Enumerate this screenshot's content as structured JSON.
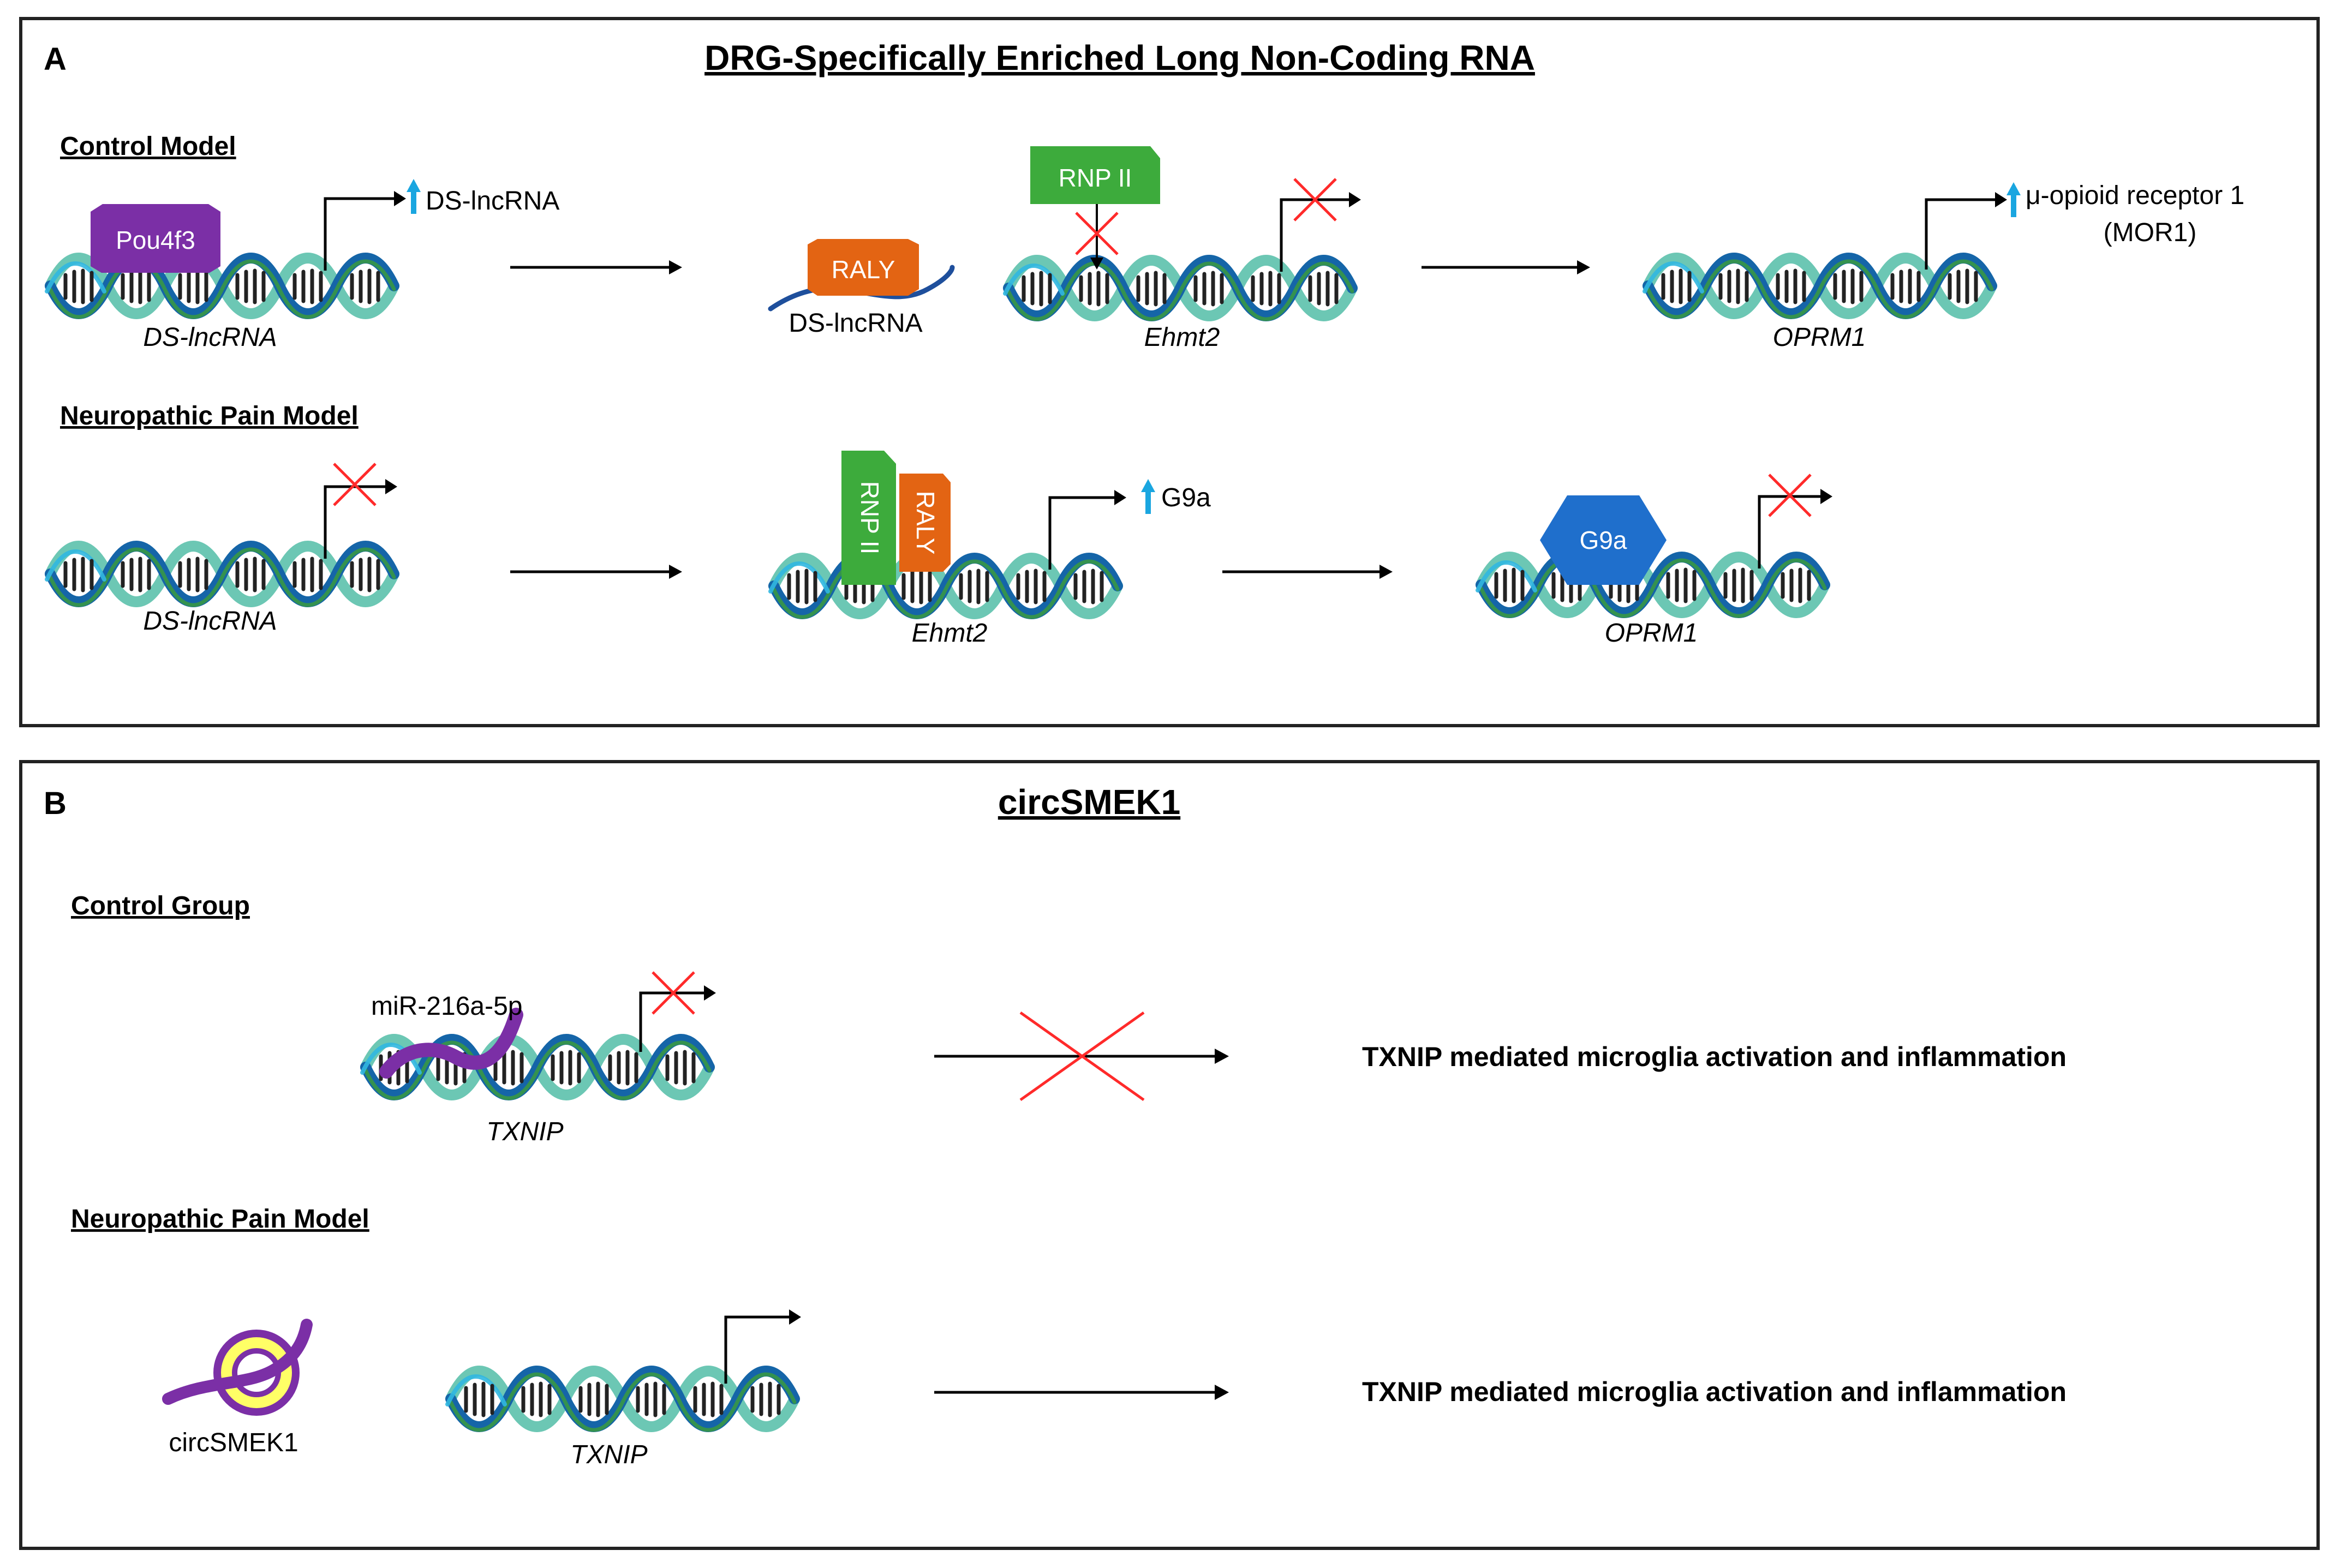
{
  "panel_a": {
    "letter": "A",
    "title": "DRG-Specifically Enriched Long Non-Coding RNA",
    "control_title": "Control Model",
    "pain_title": "Neuropathic Pain Model",
    "control": {
      "pou4f3": "Pou4f3",
      "dslnc_gene": "DS-lncRNA",
      "dslnc_product": "DS-lncRNA",
      "raly": "RALY",
      "dslnc_strand": "DS-lncRNA",
      "rnp": "RNP II",
      "ehmt2_gene": "Ehmt2",
      "oprm1_gene": "OPRM1",
      "mor1_line1": "μ-opioid receptor 1",
      "mor1_line2": "(MOR1)"
    },
    "pain": {
      "dslnc_gene": "DS-lncRNA",
      "rnp": "RNP II",
      "raly": "RALY",
      "ehmt2_gene": "Ehmt2",
      "g9a_product": "G9a",
      "g9a_box": "G9a",
      "oprm1_gene": "OPRM1"
    }
  },
  "panel_b": {
    "letter": "B",
    "title": "circSMEK1",
    "control_title": "Control Group",
    "pain_title": "Neuropathic Pain Model",
    "control": {
      "mirna": "miR-216a-5p",
      "txnip_gene": "TXNIP",
      "outcome": "TXNIP mediated microglia activation and inflammation"
    },
    "pain": {
      "circ": "circSMEK1",
      "txnip_gene": "TXNIP",
      "outcome": "TXNIP mediated microglia activation and inflammation"
    }
  },
  "colors": {
    "dna_light": "#6cc7b4",
    "dna_dark": "#1565a8",
    "dna_green": "#3a9a3f",
    "dna_cyan": "#31b7e0",
    "pou4f3": "#7b2fa6",
    "raly": "#e36413",
    "rnp": "#3dab3c",
    "g9a": "#1f6fcc",
    "up_arrow": "#1aa6e0",
    "cross": "#ff2a2a",
    "circ_yellow": "#ffff66",
    "rna_purple": "#7b2fa6"
  }
}
